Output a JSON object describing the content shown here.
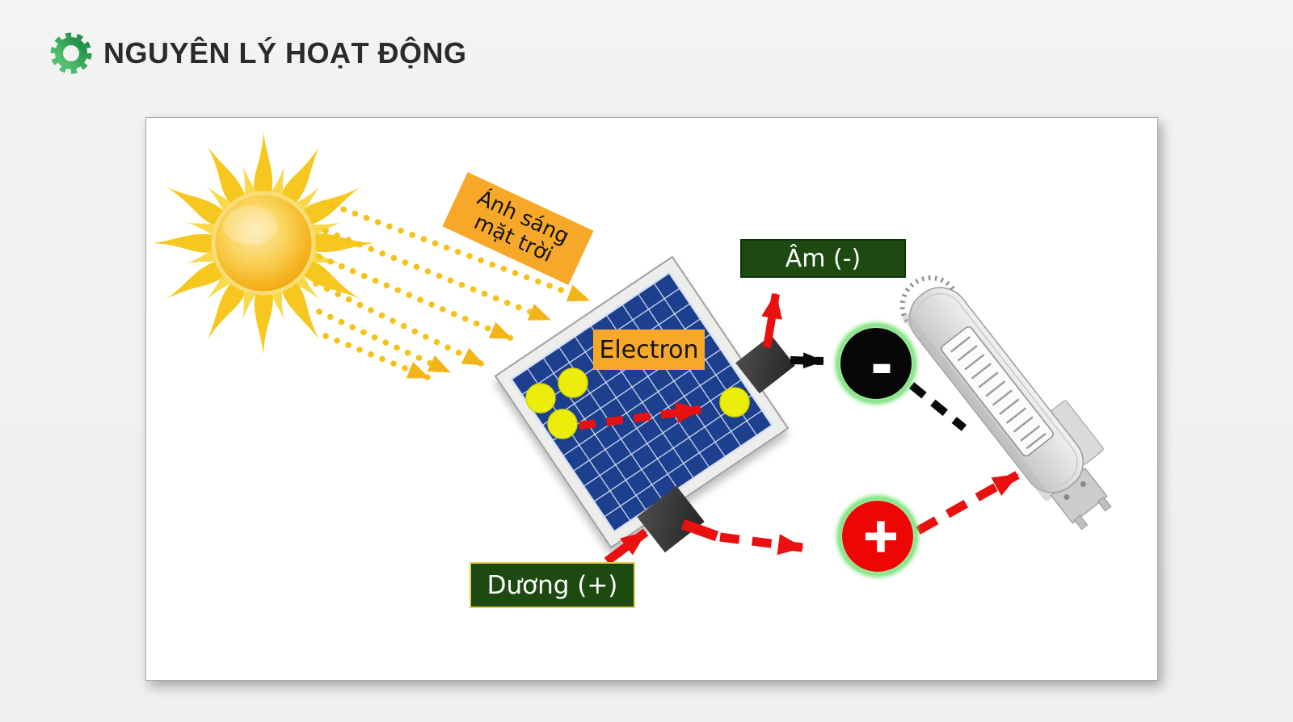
{
  "header": {
    "title": "NGUYÊN LÝ HOẠT ĐỘNG"
  },
  "diagram": {
    "sunlight_label": {
      "line1": "Ánh sáng",
      "line2": "mặt trời"
    },
    "electron_label": "Electron",
    "negative_label": "Âm (-)",
    "positive_label": "Dương (+)",
    "negative_symbol": "-",
    "positive_symbol": "+",
    "icons": {
      "gear": "gear-icon",
      "sun": "sun-icon",
      "solar_panel": "solar-panel-graphic",
      "street_light": "street-light-graphic"
    },
    "colors": {
      "label_orange": "#F7A828",
      "label_green": "#1C4A11",
      "panel_blue": "#1C3F8E",
      "electron_yellow": "#EDED0C",
      "arrow_red": "#EA1010",
      "terminal_red": "#EE0505",
      "terminal_black": "#060606",
      "sun_yellow": "#F8CE4A",
      "sun_ray_gold": "#F6C21A",
      "glow_green": "#5ADB5A"
    }
  }
}
